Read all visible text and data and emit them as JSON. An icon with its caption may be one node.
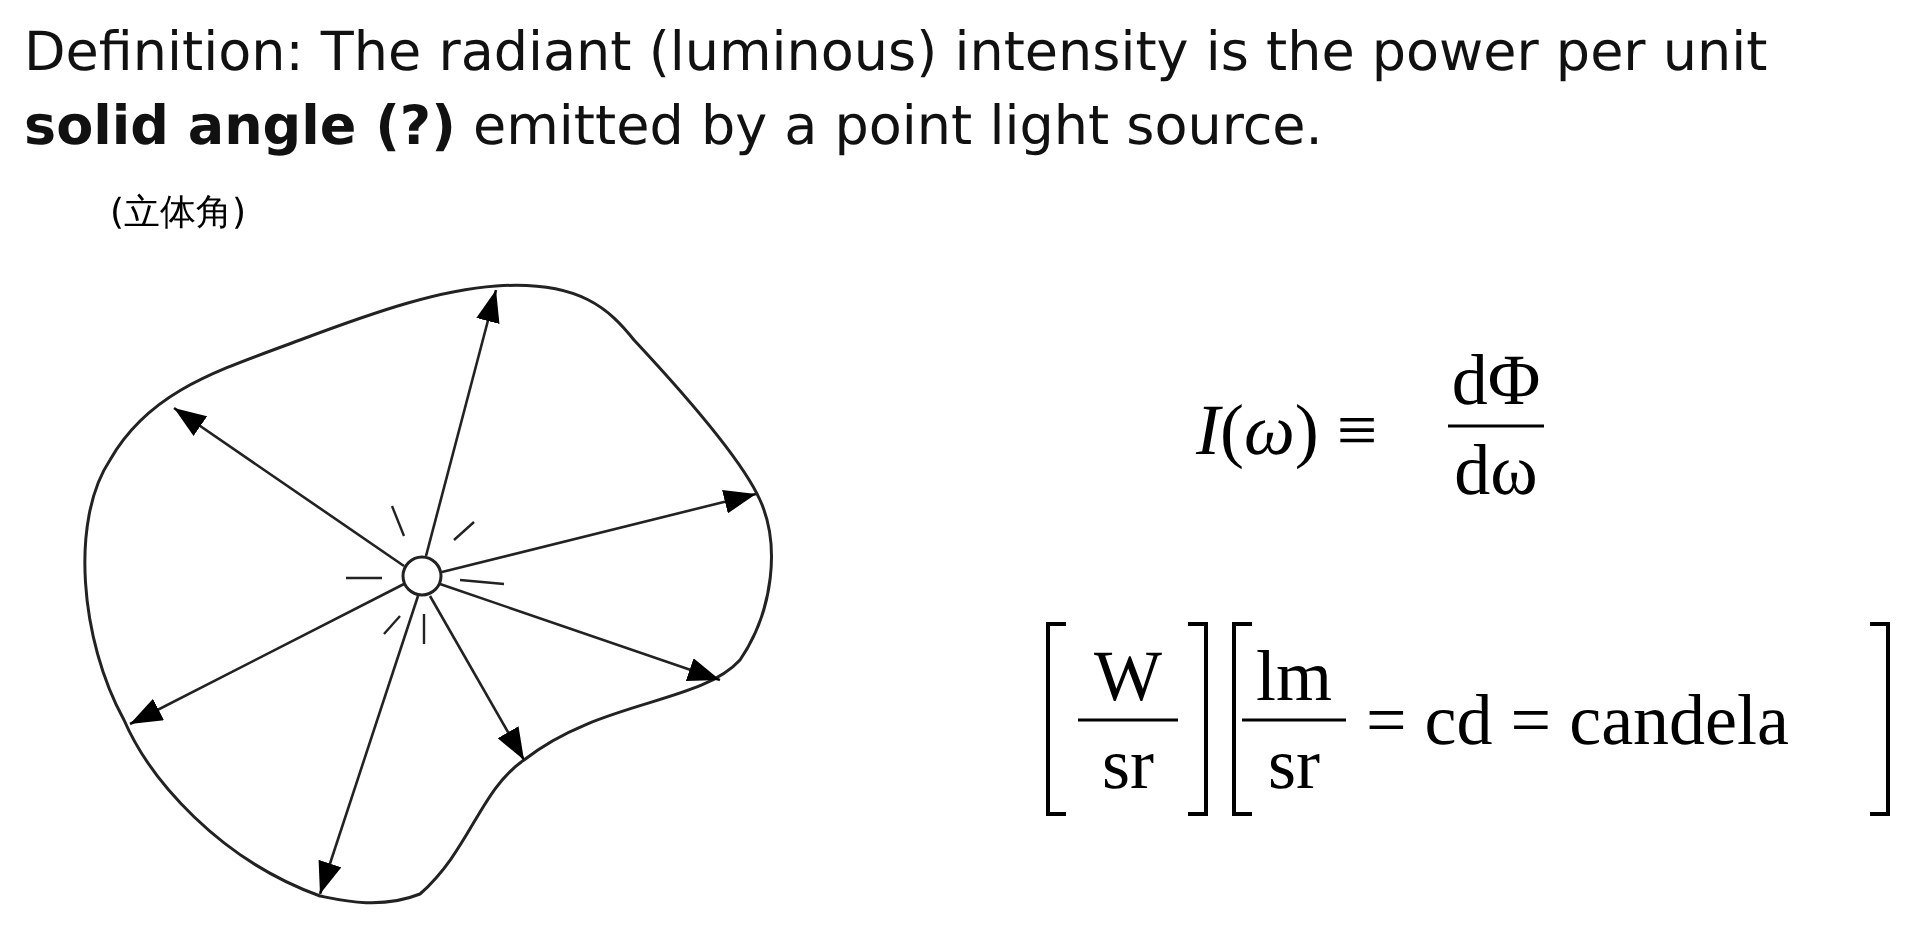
{
  "diagram": {
    "title": "Definition: The radiant (luminous) intensity is the power per unit **solid angle (?)** emitted by a point light source.",
    "labels": [
      "(立体角)",
      "*I*(*ω*) ≡",
      "dΦ",
      "dω",
      "W",
      "sr",
      "lm",
      "sr",
      "= cd = candela"
    ]
  }
}
